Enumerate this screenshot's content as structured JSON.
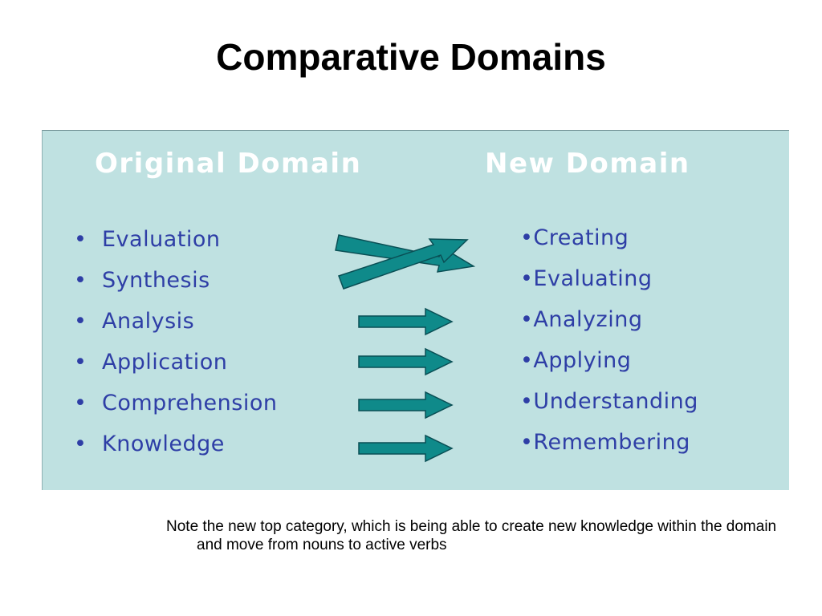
{
  "slide": {
    "title": "Comparative Domains",
    "note": "Note the new top category, which is being able to create new knowledge within the domain and move from nouns to active verbs"
  },
  "diagram": {
    "original_heading": "Original Domain",
    "new_heading": "New Domain",
    "bullet": "•",
    "original_items": [
      "Evaluation",
      "Synthesis",
      "Analysis",
      "Application",
      "Comprehension",
      "Knowledge"
    ],
    "new_items": [
      "•Creating",
      "•Evaluating",
      "•Analyzing",
      "•Applying",
      "•Understanding",
      "•Remembering"
    ],
    "colors": {
      "panel": "#bfe1e1",
      "heading": "#ffffff",
      "item_text": "#2e3ea6",
      "arrow_fill": "#0f8a8a",
      "arrow_stroke": "#0a4f55"
    }
  }
}
